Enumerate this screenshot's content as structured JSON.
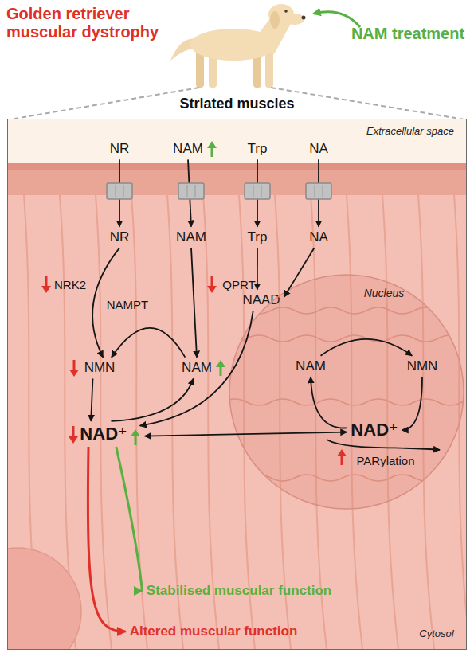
{
  "diagram": {
    "title": "Golden retriever muscular dystrophy",
    "nodes": [
      {
        "text": [
          "Striated muscles"
        ]
      },
      {
        "text": [
          "NR"
        ],
        "in": 0
      },
      {
        "text": [
          "NAM"
        ],
        "in": 0
      },
      {
        "text": [
          "Trp"
        ],
        "in": 0
      },
      {
        "text": [
          "NA"
        ],
        "in": 0
      },
      {
        "text": [
          "NR"
        ],
        "in": 0
      },
      {
        "text": [
          "NAM"
        ],
        "in": 0
      },
      {
        "text": [
          "Trp"
        ],
        "in": 0
      },
      {
        "text": [
          "NA"
        ],
        "in": 0
      },
      {
        "text": [
          "NAAD"
        ],
        "in": 0
      },
      {
        "text": [
          "Nucleus"
        ],
        "in": 0
      },
      {
        "text": [
          "NAM"
        ],
        "in": 10
      },
      {
        "text": [
          "NMN"
        ],
        "in": 10
      },
      {
        "text": [
          "NMN"
        ],
        "in": 0
      },
      {
        "text": [
          "NAM"
        ],
        "in": 0
      },
      {
        "text": [
          "NAD⁺"
        ],
        "in": 0
      },
      {
        "text": [
          "NAD⁺"
        ],
        "in": 10
      },
      {
        "text": [
          "Stabilised muscular function"
        ],
        "in": 0
      },
      {
        "text": [
          "Altered muscular function"
        ],
        "in": 0
      }
    ],
    "edges": [
      {
        "from": 1,
        "to": 5,
        "arrow": "to"
      },
      {
        "from": 2,
        "to": 6,
        "arrow": "to"
      },
      {
        "from": 3,
        "to": 7,
        "arrow": "to"
      },
      {
        "from": 4,
        "to": 8,
        "arrow": "to"
      },
      {
        "from": 5,
        "to": 13,
        "arrow": "to"
      },
      {
        "from": 6,
        "to": 14,
        "arrow": "to"
      },
      {
        "from": 14,
        "to": 13,
        "arrow": "to"
      },
      {
        "from": 7,
        "to": 9,
        "arrow": "to"
      },
      {
        "from": 8,
        "to": 9,
        "arrow": "to"
      },
      {
        "from": 9,
        "to": 15,
        "arrow": "to"
      },
      {
        "from": 13,
        "to": 15,
        "arrow": "to"
      },
      {
        "from": 15,
        "to": 14,
        "arrow": "to"
      },
      {
        "from": 15,
        "to": 16,
        "arrow": "both"
      },
      {
        "from": 11,
        "to": 12,
        "arrow": "to"
      },
      {
        "from": 12,
        "to": 16,
        "arrow": "to"
      },
      {
        "from": 16,
        "to": 11,
        "arrow": "to"
      },
      {
        "from": 15,
        "to": 17,
        "arrow": "to"
      },
      {
        "from": 15,
        "to": 18,
        "arrow": "to"
      }
    ],
    "labels": [
      "NAM treatment",
      "Extracellular space",
      "NRK2",
      "NAMPT",
      "QPRT",
      "PARylation",
      "Cytosol"
    ]
  }
}
